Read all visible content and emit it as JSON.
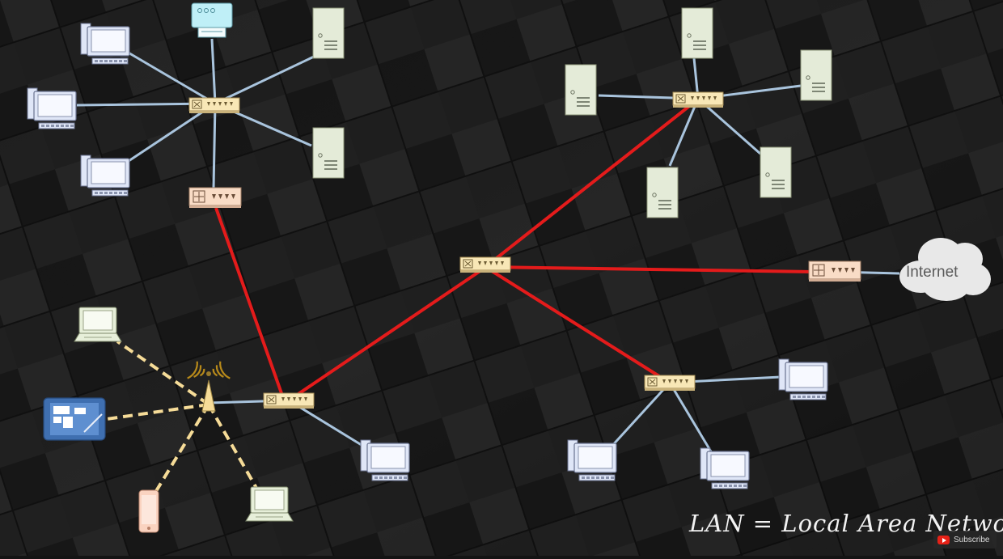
{
  "caption": "LAN = Local Area Network",
  "cloud_label": "Internet",
  "subscribe_label": "Subscribe",
  "colors": {
    "backbone": "#e41b1b",
    "lan_link": "#a9c4dd",
    "wireless_link": "#f6dc98",
    "switch": "#f8e7b6",
    "router": "#f9dcc6",
    "server": "#e4ebd8",
    "pc": "#dfe6f7",
    "printer": "#bfeff7",
    "cloud": "#e8e8e8"
  },
  "icons": [
    "printer-icon",
    "desktop-icon",
    "server-icon",
    "switch-icon",
    "router-icon",
    "laptop-icon",
    "tablet-icon",
    "phone-icon",
    "wireless-tower-icon",
    "cloud-icon",
    "youtube-icon"
  ]
}
